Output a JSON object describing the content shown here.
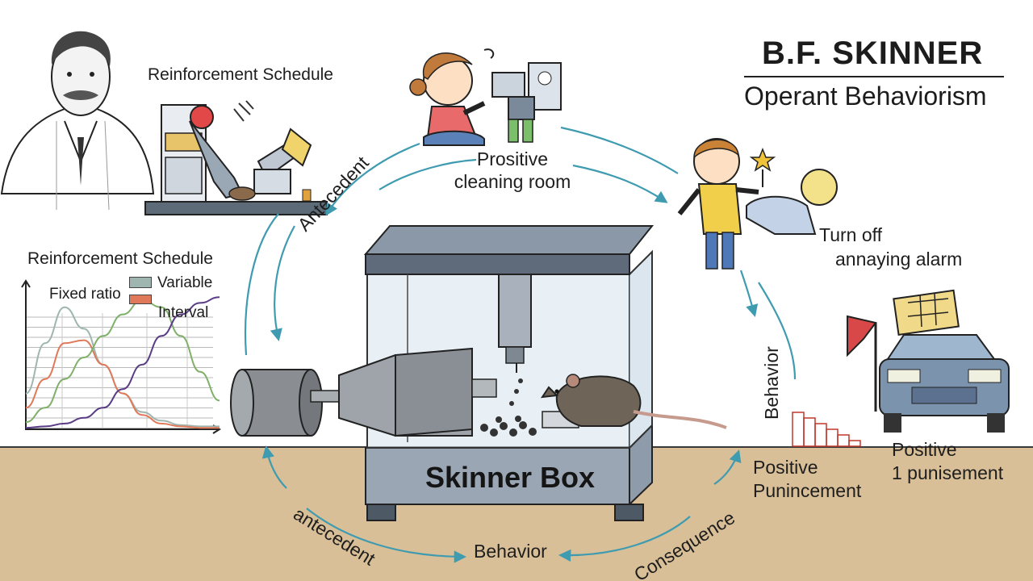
{
  "title": "B.F. SKINNER",
  "subtitle": "Operant Behaviorism",
  "colors": {
    "ground": "#d9bf97",
    "cycle_arrows": "#3f9bb0",
    "box_metal": "#8c98a6",
    "fixed_ratio": "#9fb6b0",
    "interval": "#e0795a",
    "variable_line": "#7fb06a",
    "extra_line": "#5a3c86"
  },
  "labels": {
    "reinforcement_top": "Reinforcement Schedule",
    "reinforcement_chart": "Reinforcement Schedule",
    "prositive_line1": "Prositive",
    "prositive_line2": "cleaning room",
    "turn_off_line1": "Turn off",
    "turn_off_line2": "annaying alarm",
    "antecedent_upper": "Antecedent",
    "antecedent_lower": "antecedent",
    "behavior_bottom": "Behavior",
    "consequence": "Consequence",
    "behavior_vertical": "Behavior",
    "positive_punishment_line1": "Positive",
    "positive_punishment_line2": "Punincement",
    "positive_punishment2_line1": "Positive",
    "positive_punishment2_line2": "1 punisement",
    "skinner_box": "Skinner Box"
  },
  "chart_data": {
    "type": "line",
    "title": "Reinforcement Schedule",
    "legend": [
      {
        "name": "Fixed ratio"
      },
      {
        "name": "Variable",
        "color": "#9fb6b0"
      },
      {
        "name": "Interval",
        "color": "#e0795a"
      }
    ],
    "legend_placement": "top",
    "grid": true,
    "xlim": [
      0,
      10
    ],
    "ylim": [
      0,
      10
    ],
    "series": [
      {
        "name": "",
        "color": "#9fb6b0",
        "x": [
          0,
          1,
          2,
          3,
          4,
          5,
          6,
          7,
          8,
          9,
          10
        ],
        "y": [
          2.5,
          6,
          8.5,
          7,
          4.5,
          2.5,
          1.2,
          0.6,
          0.3,
          0.2,
          0.2
        ]
      },
      {
        "name": "",
        "color": "#e0795a",
        "x": [
          0,
          1,
          2,
          3,
          4,
          5,
          6,
          7,
          8,
          9,
          10
        ],
        "y": [
          1.5,
          3.5,
          6,
          6.2,
          4.5,
          2.5,
          1,
          0.4,
          0.2,
          0.1,
          0.1
        ]
      },
      {
        "name": "",
        "color": "#7fb06a",
        "x": [
          0,
          1,
          2,
          3,
          4,
          5,
          6,
          7,
          8,
          9,
          10
        ],
        "y": [
          0.5,
          1.5,
          3.5,
          5,
          6.5,
          8,
          9,
          8.5,
          6.5,
          4,
          2
        ]
      },
      {
        "name": "",
        "color": "#5a3c86",
        "x": [
          0,
          1,
          2,
          3,
          4,
          5,
          6,
          7,
          8,
          9,
          10
        ],
        "y": [
          0.1,
          0.2,
          0.4,
          0.8,
          1.5,
          2.8,
          4.5,
          6.5,
          8,
          8.8,
          9.2
        ]
      }
    ]
  },
  "staircase_values": [
    6,
    5,
    4,
    3,
    2,
    1
  ]
}
